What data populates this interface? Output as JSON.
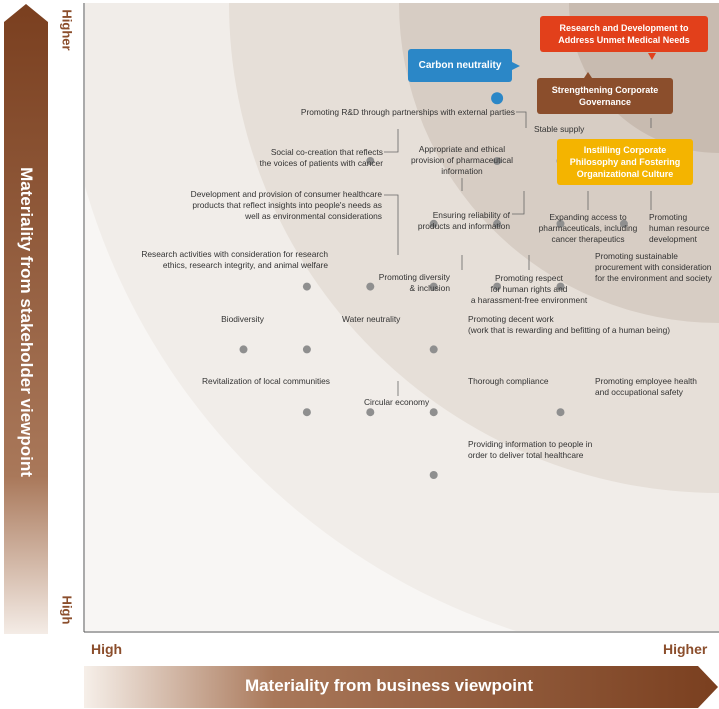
{
  "axes": {
    "y_title": "Materiality from stakeholder viewpoint",
    "x_title": "Materiality from business viewpoint",
    "y_high": "High",
    "y_higher": "Higher",
    "x_high": "High",
    "x_higher": "Higher"
  },
  "colors": {
    "brown": "#8b4e2c",
    "red": "#e2401b",
    "blue": "#2b87c7",
    "yellow": "#f4b400",
    "gray_dot": "#8f8f8f",
    "leader": "#666666"
  },
  "chart_data": {
    "type": "scatter",
    "title": "",
    "xlabel": "Materiality from business viewpoint",
    "ylabel": "Materiality from stakeholder viewpoint",
    "highlighted": [
      {
        "name": "Research and Development to Address Unmet Medical Needs",
        "x": 9,
        "y": 9,
        "color": "red"
      },
      {
        "name": "Carbon neutrality",
        "x": 7,
        "y": 9,
        "color": "blue"
      },
      {
        "name": "Strengthening Corporate Governance",
        "x": 8,
        "y": 9,
        "color": "brown"
      },
      {
        "name": "Instilling Corporate Philosophy and Fostering Organizational Culture",
        "x": 9,
        "y": 8,
        "color": "yellow"
      }
    ],
    "issues": [
      {
        "name": "Promoting R&D through partnerships with external parties",
        "x": 7,
        "y": 8
      },
      {
        "name": "Stable supply",
        "x": 8,
        "y": 8
      },
      {
        "name": "Social co-creation that reflects the voices of patients with cancer",
        "x": 5,
        "y": 8
      },
      {
        "name": "Appropriate and ethical provision of pharmaceutical information",
        "x": 6,
        "y": 7
      },
      {
        "name": "Development and provision of consumer healthcare products that reflect insights into people's needs as well as environmental considerations",
        "x": 5,
        "y": 6
      },
      {
        "name": "Ensuring reliability of products and information",
        "x": 7,
        "y": 7
      },
      {
        "name": "Expanding access to pharmaceuticals, including cancer therapeutics",
        "x": 8,
        "y": 7
      },
      {
        "name": "Promoting human resource development",
        "x": 9,
        "y": 7
      },
      {
        "name": "Research activities with consideration for research ethics, research integrity, and animal welfare",
        "x": 4,
        "y": 6
      },
      {
        "name": "Promoting diversity & inclusion",
        "x": 6,
        "y": 6
      },
      {
        "name": "Promoting respect for human rights and a harassment-free environment",
        "x": 7,
        "y": 6
      },
      {
        "name": "Promoting sustainable procurement with consideration for the environment and society",
        "x": 8,
        "y": 6
      },
      {
        "name": "Biodiversity",
        "x": 3,
        "y": 5
      },
      {
        "name": "Water neutrality",
        "x": 4,
        "y": 5
      },
      {
        "name": "Promoting decent work (work that is rewarding and befitting of a human being)",
        "x": 6,
        "y": 5
      },
      {
        "name": "Revitalization of local communities",
        "x": 4,
        "y": 4
      },
      {
        "name": "Circular economy",
        "x": 5,
        "y": 4
      },
      {
        "name": "Thorough compliance",
        "x": 6,
        "y": 4
      },
      {
        "name": "Promoting employee health and occupational safety",
        "x": 8,
        "y": 4
      },
      {
        "name": "Providing information to people in order to deliver total healthcare",
        "x": 6,
        "y": 3
      }
    ]
  },
  "boxes": {
    "rd": "Research and Development to\nAddress Unmet Medical Needs",
    "carbon": "Carbon neutrality",
    "governance": "Strengthening Corporate\nGovernance",
    "philosophy": "Instilling Corporate\nPhilosophy and Fostering\nOrganizational Culture"
  },
  "labels": {
    "partnerships": "Promoting R&D through partnerships with external parties",
    "stable_supply": "Stable supply",
    "social": "Social co-creation that reflects\nthe voices of patients with cancer",
    "ethical": "Appropriate and ethical\nprovision of pharmaceutical\ninformation",
    "consumer": "Development and provision of consumer healthcare\nproducts that reflect insights into people's needs as\nwell as environmental considerations",
    "reliability": "Ensuring reliability of\nproducts and information",
    "access": "Expanding access to\npharmaceuticals, including\ncancer therapeutics",
    "hr": "Promoting\nhuman resource\ndevelopment",
    "research": "Research activities with consideration for research\nethics, research integrity, and animal welfare",
    "diversity": "Promoting diversity\n& inclusion",
    "human_rights": "Promoting respect\nfor human rights and\na harassment-free environment",
    "procurement": "Promoting sustainable\nprocurement with consideration\nfor the environment and society",
    "biodiversity": "Biodiversity",
    "water": "Water neutrality",
    "decent_work": "Promoting decent work\n(work that is rewarding and befitting of a human being)",
    "local": "Revitalization of local communities",
    "circular": "Circular economy",
    "compliance": "Thorough compliance",
    "health": "Promoting employee health\nand occupational safety",
    "info": "Providing information to people in\norder to deliver total healthcare"
  }
}
